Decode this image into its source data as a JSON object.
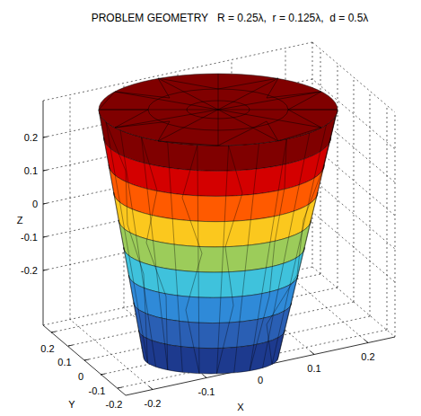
{
  "diagram": {
    "title": "PROBLEM GEOMETRY   R = 0.25λ,  r = 0.125λ,  d = 0.5λ",
    "labels": [
      "0.2",
      "0.1",
      "0",
      "-0.1",
      "-0.2",
      "Z",
      "0.2",
      "0.1",
      "0",
      "-0.1",
      "-0.2",
      "Y",
      "-0.2",
      "-0.1",
      "0",
      "0.1",
      "0.2",
      "X"
    ]
  }
}
